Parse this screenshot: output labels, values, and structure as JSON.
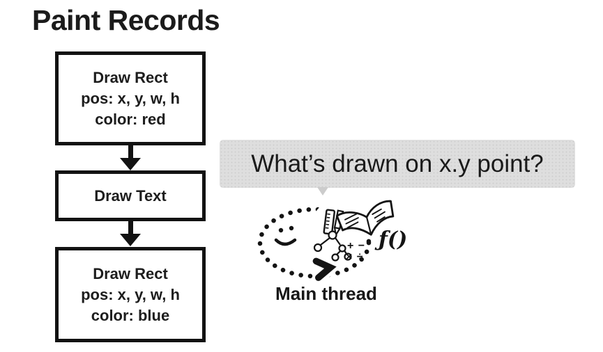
{
  "title": "Paint Records",
  "flowchart": {
    "boxes": [
      {
        "id": "draw-rect-red",
        "lines": [
          "Draw Rect",
          "pos: x, y, w, h",
          "color: red"
        ]
      },
      {
        "id": "draw-text",
        "lines": [
          "Draw Text"
        ]
      },
      {
        "id": "draw-rect-blue",
        "lines": [
          "Draw Rect",
          "pos: x, y, w, h",
          "color: blue"
        ]
      }
    ]
  },
  "speech_bubble": {
    "text": "What’s drawn on x.y point?"
  },
  "doodle": {
    "label": "Main thread",
    "math_row1": "+ −",
    "math_row2": "× ÷",
    "function_text": "ƒ()",
    "icons": [
      "smiley-face",
      "dotted-ellipse",
      "ruler",
      "pencil",
      "open-book",
      "tree-graph",
      "math-symbols",
      "function-notation",
      "chevron-arrow"
    ]
  },
  "colors": {
    "background": "#ffffff",
    "ink": "#121212",
    "bubble_bg": "#dedede",
    "bubble_tail": "#cccccc"
  }
}
